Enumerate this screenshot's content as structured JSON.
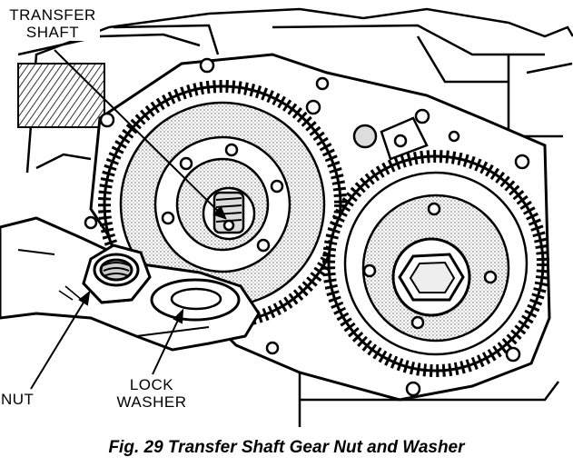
{
  "labels": {
    "transfer_shaft_line1": "TRANSFER",
    "transfer_shaft_line2": "SHAFT",
    "nut": "NUT",
    "lock_washer_line1": "LOCK",
    "lock_washer_line2": "WASHER"
  },
  "caption": "Fig. 29 Transfer Shaft Gear Nut and Washer",
  "colors": {
    "ink": "#000000",
    "paper": "#ffffff",
    "shade": "#cfcfcf"
  }
}
